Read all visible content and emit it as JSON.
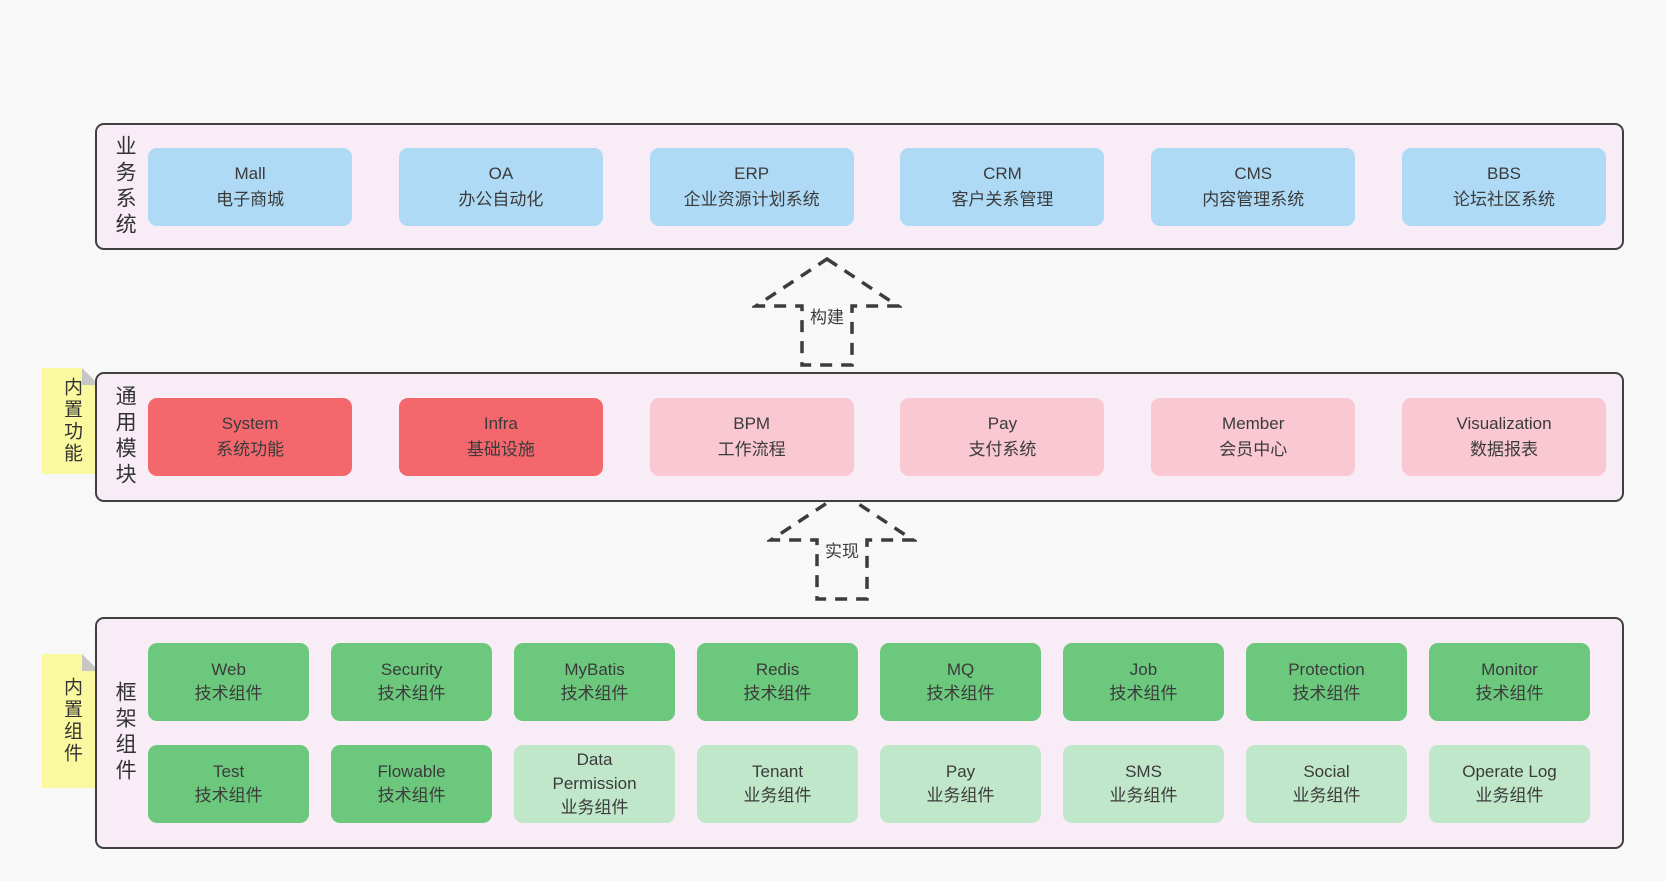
{
  "colors": {
    "page_bg": "#f8f8f8",
    "panel_bg": "#f8edf6",
    "panel_border": "#404040",
    "blue": "#aedaf6",
    "red": "#f4676d",
    "pink": "#f9c8d2",
    "green_dark": "#6cc87d",
    "green_light": "#c0e7c9",
    "note_bg": "#fbf99f",
    "note_fold": "#c6c6c6",
    "text": "#3b3b3b",
    "arrow": "#3c3c3c"
  },
  "sections": {
    "business": {
      "label": "业务系统",
      "boxes": [
        {
          "en": "Mall",
          "zh": "电子商城",
          "color": "blue"
        },
        {
          "en": "OA",
          "zh": "办公自动化",
          "color": "blue"
        },
        {
          "en": "ERP",
          "zh": "企业资源计划系统",
          "color": "blue"
        },
        {
          "en": "CRM",
          "zh": "客户关系管理",
          "color": "blue"
        },
        {
          "en": "CMS",
          "zh": "内容管理系统",
          "color": "blue"
        },
        {
          "en": "BBS",
          "zh": "论坛社区系统",
          "color": "blue"
        }
      ]
    },
    "build_arrow": {
      "label": "构建"
    },
    "modules": {
      "label": "通用模块",
      "note": "内置功能",
      "boxes": [
        {
          "en": "System",
          "zh": "系统功能",
          "color": "red"
        },
        {
          "en": "Infra",
          "zh": "基础设施",
          "color": "red"
        },
        {
          "en": "BPM",
          "zh": "工作流程",
          "color": "pink"
        },
        {
          "en": "Pay",
          "zh": "支付系统",
          "color": "pink"
        },
        {
          "en": "Member",
          "zh": "会员中心",
          "color": "pink"
        },
        {
          "en": "Visualization",
          "zh": "数据报表",
          "color": "pink"
        }
      ]
    },
    "implement_arrow": {
      "label": "实现"
    },
    "components": {
      "label": "框架组件",
      "note": "内置组件",
      "row1": [
        {
          "en": "Web",
          "zh": "技术组件",
          "color": "green"
        },
        {
          "en": "Security",
          "zh": "技术组件",
          "color": "green"
        },
        {
          "en": "MyBatis",
          "zh": "技术组件",
          "color": "green"
        },
        {
          "en": "Redis",
          "zh": "技术组件",
          "color": "green"
        },
        {
          "en": "MQ",
          "zh": "技术组件",
          "color": "green"
        },
        {
          "en": "Job",
          "zh": "技术组件",
          "color": "green"
        },
        {
          "en": "Protection",
          "zh": "技术组件",
          "color": "green"
        },
        {
          "en": "Monitor",
          "zh": "技术组件",
          "color": "green"
        }
      ],
      "row2": [
        {
          "en": "Test",
          "zh": "技术组件",
          "color": "green"
        },
        {
          "en": "Flowable",
          "zh": "技术组件",
          "color": "green"
        },
        {
          "en": "Data Permission",
          "zh": "业务组件",
          "color": "green_light"
        },
        {
          "en": "Tenant",
          "zh": "业务组件",
          "color": "green_light"
        },
        {
          "en": "Pay",
          "zh": "业务组件",
          "color": "green_light"
        },
        {
          "en": "SMS",
          "zh": "业务组件",
          "color": "green_light"
        },
        {
          "en": "Social",
          "zh": "业务组件",
          "color": "green_light"
        },
        {
          "en": "Operate Log",
          "zh": "业务组件",
          "color": "green_light"
        }
      ]
    }
  }
}
